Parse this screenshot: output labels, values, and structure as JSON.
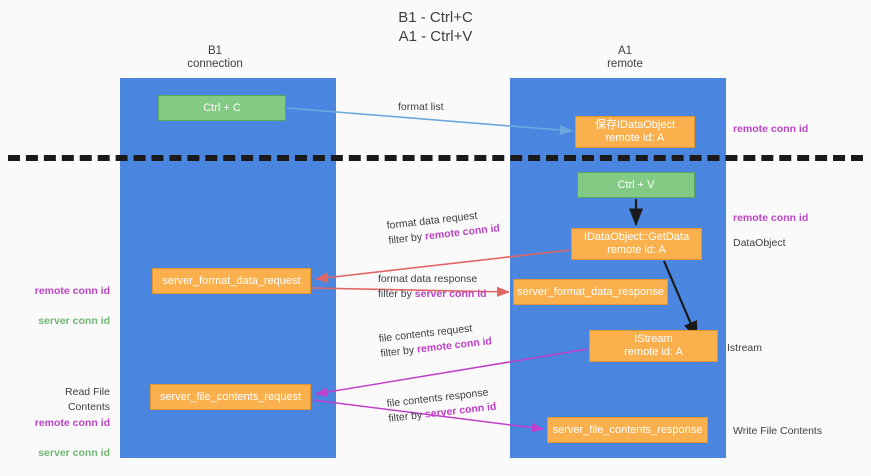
{
  "title": "B1 - Ctrl+C\nA1 - Ctrl+V",
  "lanes": [
    {
      "id": "b1",
      "label": "B1\nconnection",
      "color": "#4a86e0"
    },
    {
      "id": "a1",
      "label": "A1\nremote",
      "color": "#4a86e0"
    }
  ],
  "colors": {
    "lane": "#4a86e0",
    "green_node": "#83ca85",
    "orange_node": "#fbb04e",
    "purple_text": "#bb44c4",
    "green_text": "#6fb673",
    "arrow_blue": "#6fa8dc",
    "arrow_red": "#e06666",
    "arrow_magenta": "#c23fc9",
    "arrow_black": "#1a1a1a",
    "background": "#fafafa"
  },
  "nodes": {
    "ctrl_c": "Ctrl + C",
    "save_idataobject": "保存IDataObject\nremote id: A",
    "ctrl_v": "Ctrl + V",
    "getdata": "IDataObject::GetData\nremote id: A",
    "server_format_data_request": "server_format_data_request",
    "server_format_data_response": "server_format_data_response",
    "istream": "IStream\nremote id: A",
    "server_file_contents_request": "server_file_contents_request",
    "server_file_contents_response": "server_file_contents_response"
  },
  "edge_labels": {
    "format_list": "format list",
    "format_data_request": {
      "line1": "format data request",
      "line2_prefix": "filter by ",
      "line2_highlight": "remote conn id"
    },
    "format_data_response": {
      "line1": "format data response",
      "line2_prefix": "filter by ",
      "line2_highlight": "server conn id"
    },
    "file_contents_request": {
      "line1": "file contents request",
      "line2_prefix": "filter by ",
      "line2_highlight": "remote conn id"
    },
    "file_contents_response": {
      "line1": "file contents response",
      "line2_prefix": "filter by ",
      "line2_highlight": "server conn id"
    }
  },
  "annotations": {
    "right_remote_conn_id_top": "remote conn id",
    "right_remote_conn_id_mid": "remote conn id",
    "right_dataobject": "DataObject",
    "right_istream": "Istream",
    "right_write_file_contents": "Write File Contents",
    "left_remote_conn_id": "remote conn id",
    "left_server_conn_id": "server conn id",
    "left_read_file_contents": "Read File Contents",
    "left_remote_conn_id_2": "remote conn id",
    "left_server_conn_id_2": "server conn id"
  }
}
